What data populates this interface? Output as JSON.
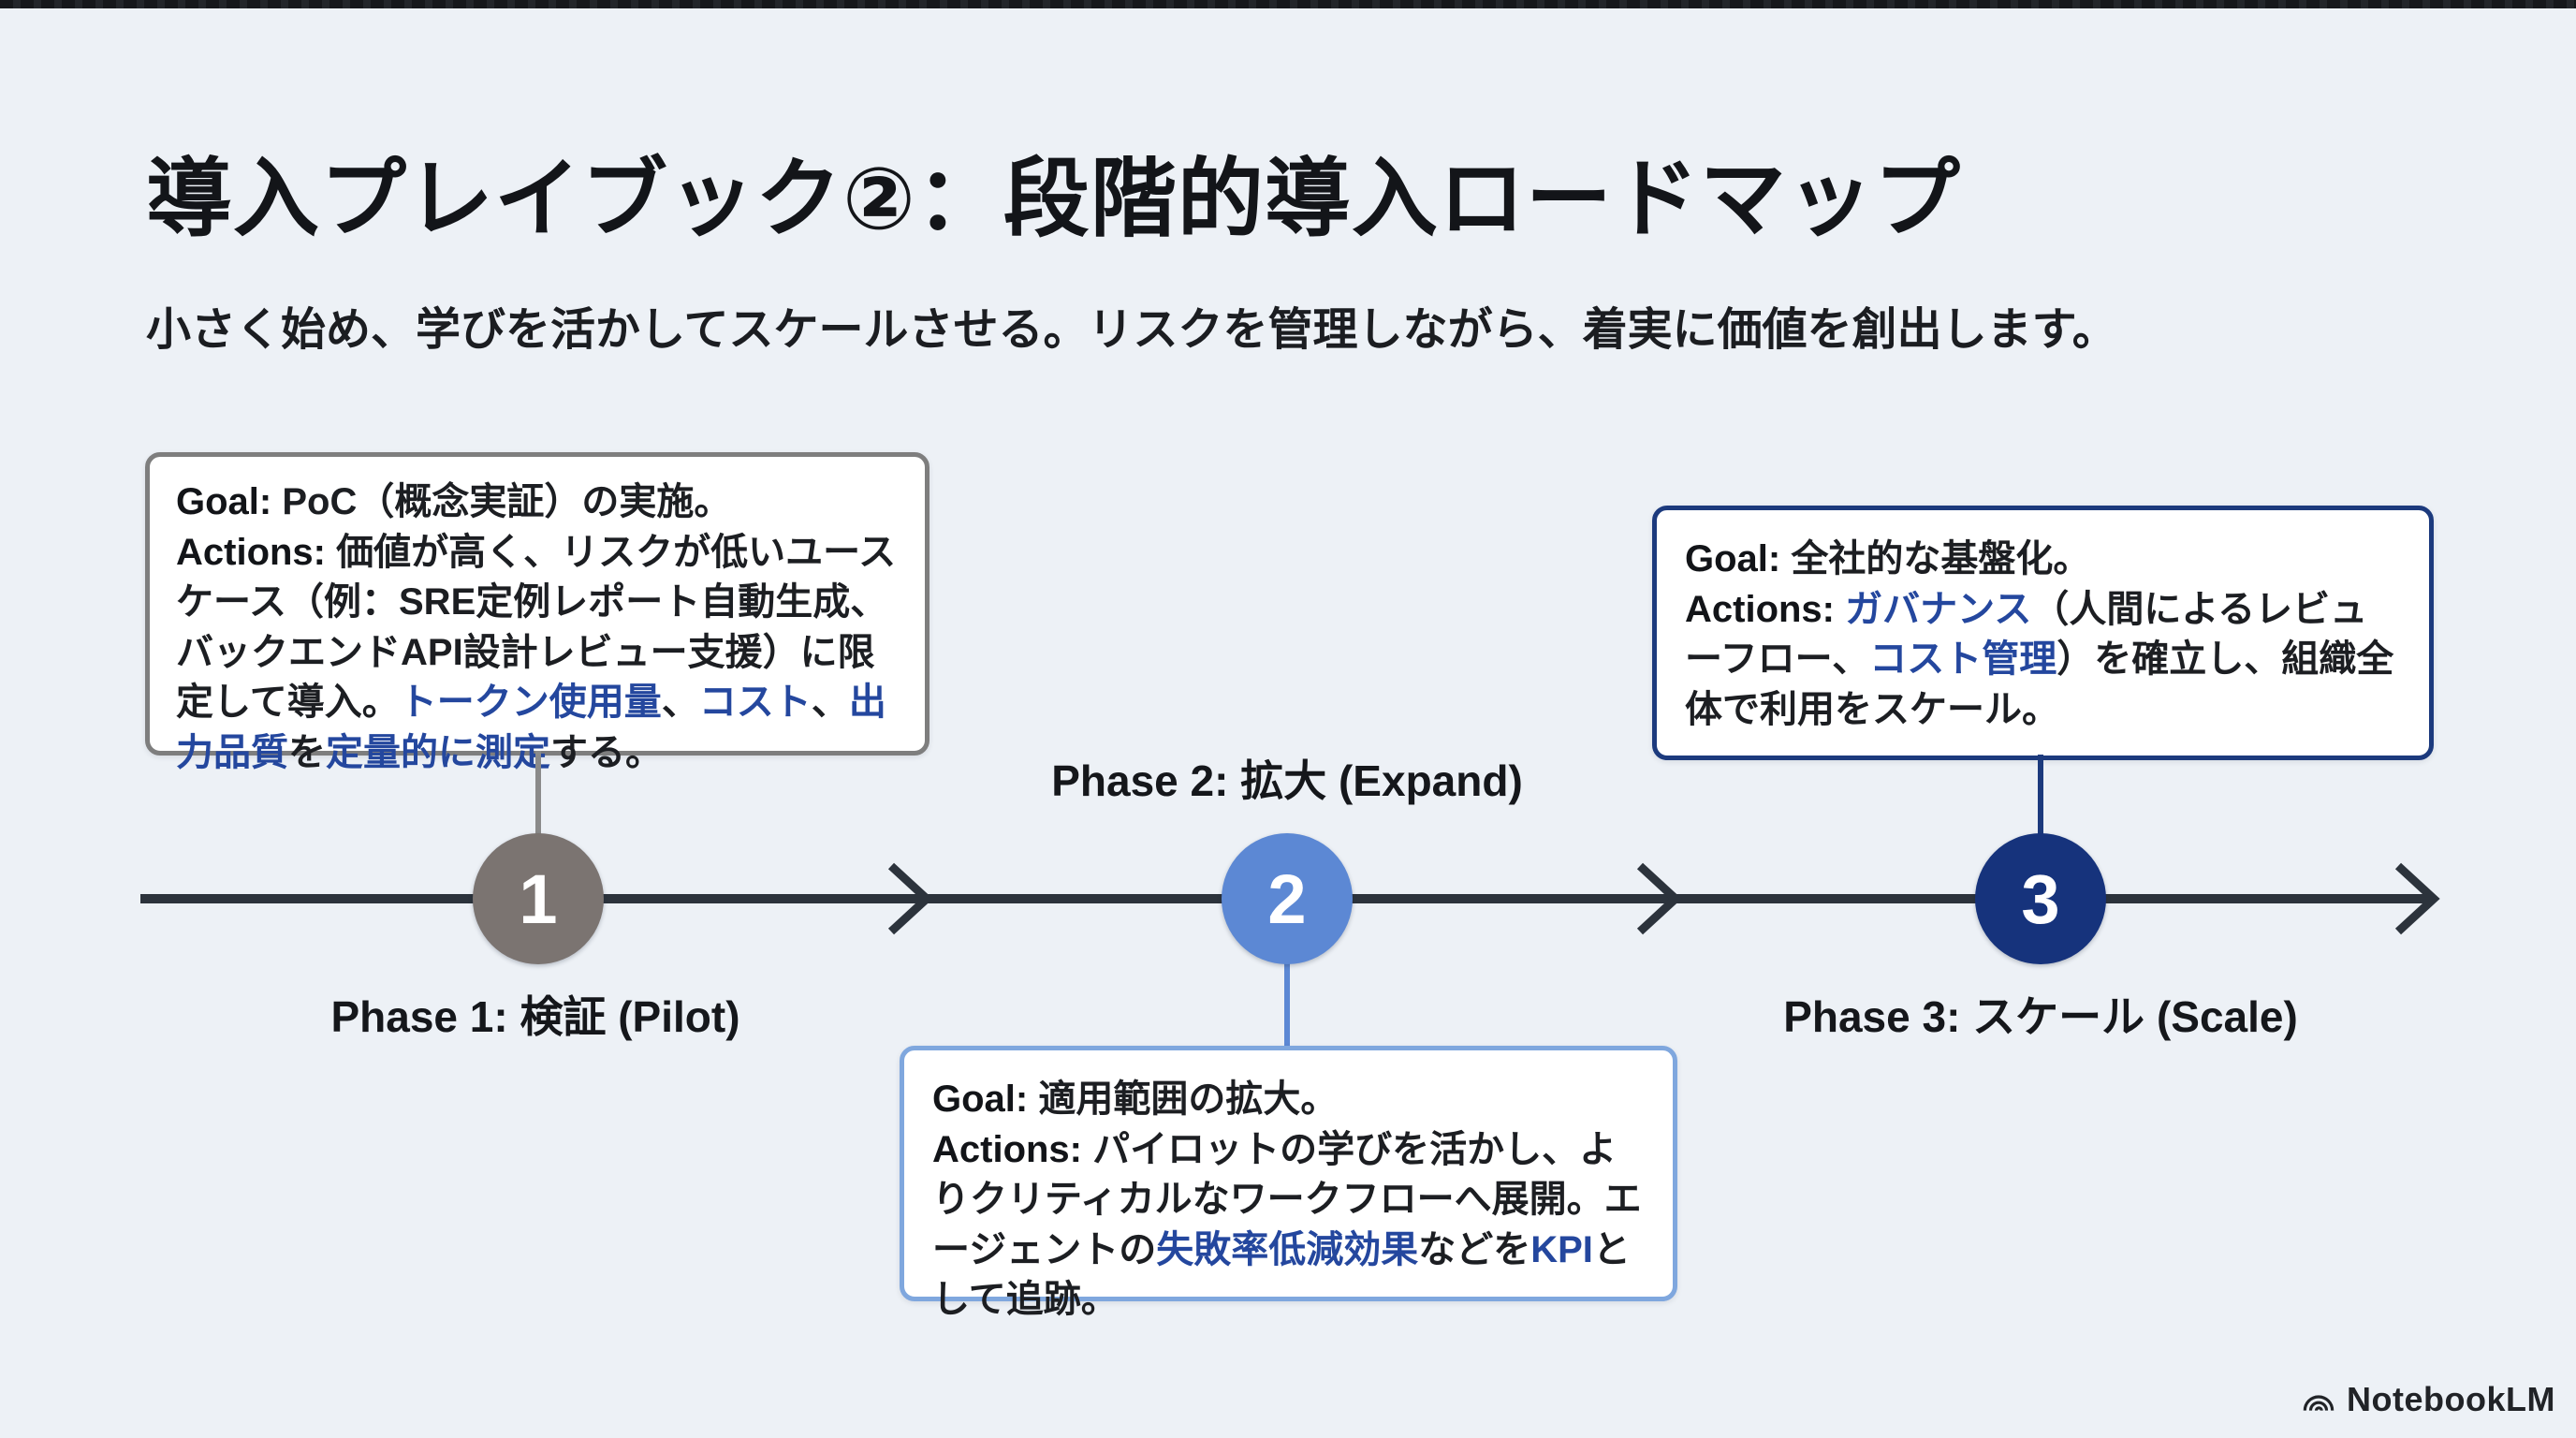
{
  "slide": {
    "title": "導入プレイブック②：段階的導入ロードマップ",
    "subtitle": "小さく始め、学びを活かしてスケールさせる。リスクを管理しながら、着実に価値を創出します。"
  },
  "colors": {
    "background": "#edf1f6",
    "top_bar": "#1a1d20",
    "accent_blue_text": "#24479e",
    "timeline_line": "#2c333c",
    "phase1_circle": "#7b7471",
    "phase2_circle": "#5c88d4",
    "phase3_circle": "#16337c",
    "card1_border": "#7e7e7e",
    "card2_border": "#7fa7de",
    "card3_border": "#1c3a7d"
  },
  "phases": [
    {
      "number": "1",
      "label": "Phase 1: 検証 (Pilot)",
      "circle_color": "#7b7471",
      "card": {
        "border_color": "#7e7e7e",
        "segments": [
          {
            "t": "Goal:",
            "s": "label"
          },
          {
            "t": " PoC（概念実証）の実施。\n",
            "s": "normal"
          },
          {
            "t": "Actions:",
            "s": "label"
          },
          {
            "t": " 価値が高く、リスクが低いユースケース（例：SRE定例レポート自動生成、バックエンドAPI設計レビュー支援）に限定して導入。",
            "s": "normal"
          },
          {
            "t": "トークン使用量",
            "s": "blue"
          },
          {
            "t": "、",
            "s": "normal"
          },
          {
            "t": "コスト",
            "s": "blue"
          },
          {
            "t": "、",
            "s": "normal"
          },
          {
            "t": "出力品質",
            "s": "blue"
          },
          {
            "t": "を",
            "s": "normal"
          },
          {
            "t": "定量的に測定",
            "s": "blue"
          },
          {
            "t": "する。",
            "s": "normal"
          }
        ]
      }
    },
    {
      "number": "2",
      "label": "Phase 2: 拡大 (Expand)",
      "circle_color": "#5c88d4",
      "card": {
        "border_color": "#7fa7de",
        "segments": [
          {
            "t": "Goal:",
            "s": "label"
          },
          {
            "t": " 適用範囲の拡大。\n",
            "s": "normal"
          },
          {
            "t": "Actions:",
            "s": "label"
          },
          {
            "t": " パイロットの学びを活かし、よりクリティカルなワークフローへ展開。エージェントの",
            "s": "normal"
          },
          {
            "t": "失敗率低減効果",
            "s": "blue"
          },
          {
            "t": "などを",
            "s": "normal"
          },
          {
            "t": "KPI",
            "s": "blue"
          },
          {
            "t": "として追跡。",
            "s": "normal"
          }
        ]
      }
    },
    {
      "number": "3",
      "label": "Phase 3: スケール (Scale)",
      "circle_color": "#16337c",
      "card": {
        "border_color": "#1c3a7d",
        "segments": [
          {
            "t": "Goal:",
            "s": "label"
          },
          {
            "t": " 全社的な基盤化。\n",
            "s": "normal"
          },
          {
            "t": "Actions:",
            "s": "label"
          },
          {
            "t": " ",
            "s": "normal"
          },
          {
            "t": "ガバナンス",
            "s": "blue"
          },
          {
            "t": "（人間によるレビューフロー、",
            "s": "normal"
          },
          {
            "t": "コスト管理",
            "s": "blue"
          },
          {
            "t": "）を確立し、組織全体で利用をスケール。",
            "s": "normal"
          }
        ]
      }
    }
  ],
  "footer": {
    "brand": "NotebookLM"
  }
}
